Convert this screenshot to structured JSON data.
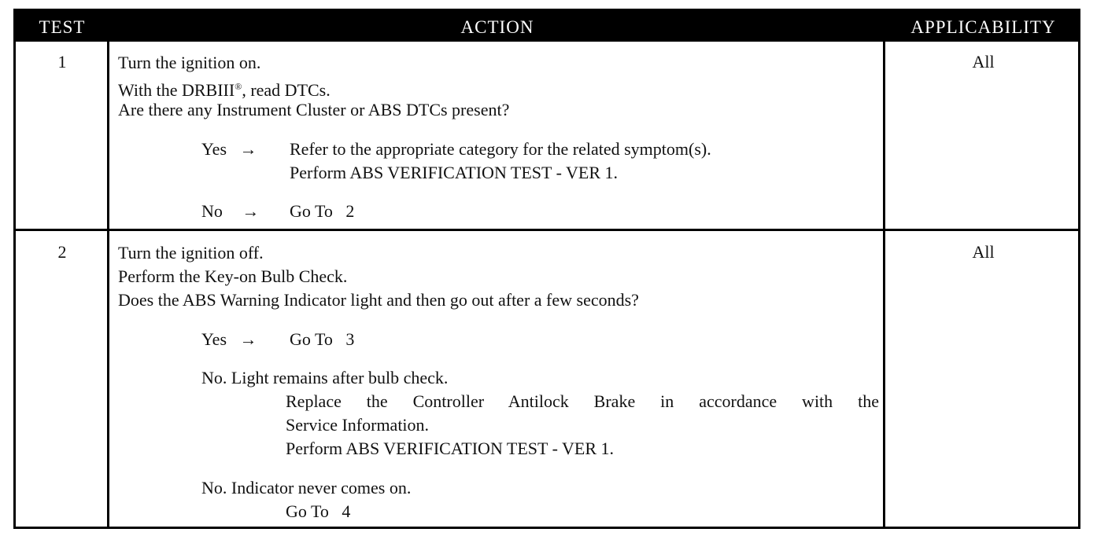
{
  "header": {
    "test": "TEST",
    "action": "ACTION",
    "applicability": "APPLICABILITY"
  },
  "rows": [
    {
      "test": "1",
      "applicability": "All",
      "lines": [
        "Turn the ignition on.",
        "With the DRBIII",
        ", read DTCs.",
        "Are there any Instrument Cluster or ABS DTCs present?"
      ],
      "registered_mark": "®",
      "yes_label": "Yes",
      "yes_arrow": "→",
      "yes_result_1": "Refer to the appropriate category for the related symptom(s).",
      "yes_result_2": "Perform ABS VERIFICATION TEST - VER 1.",
      "no_label": "No",
      "no_arrow": "→",
      "no_result": "Go To   2"
    },
    {
      "test": "2",
      "applicability": "All",
      "lines": [
        "Turn the ignition off.",
        "Perform the Key-on Bulb Check.",
        "Does the ABS Warning Indicator light and then go out after a few seconds?"
      ],
      "yes_label": "Yes",
      "yes_arrow": "→",
      "yes_result": "Go To   3",
      "no1_label": "No. Light remains after bulb check.",
      "no1_result_1": "Replace the Controller Antilock Brake in accordance with the",
      "no1_result_2": "Service Information.",
      "no1_result_3": "Perform ABS VERIFICATION TEST - VER 1.",
      "no2_label": "No. Indicator never comes on.",
      "no2_result": "Go To   4"
    }
  ]
}
